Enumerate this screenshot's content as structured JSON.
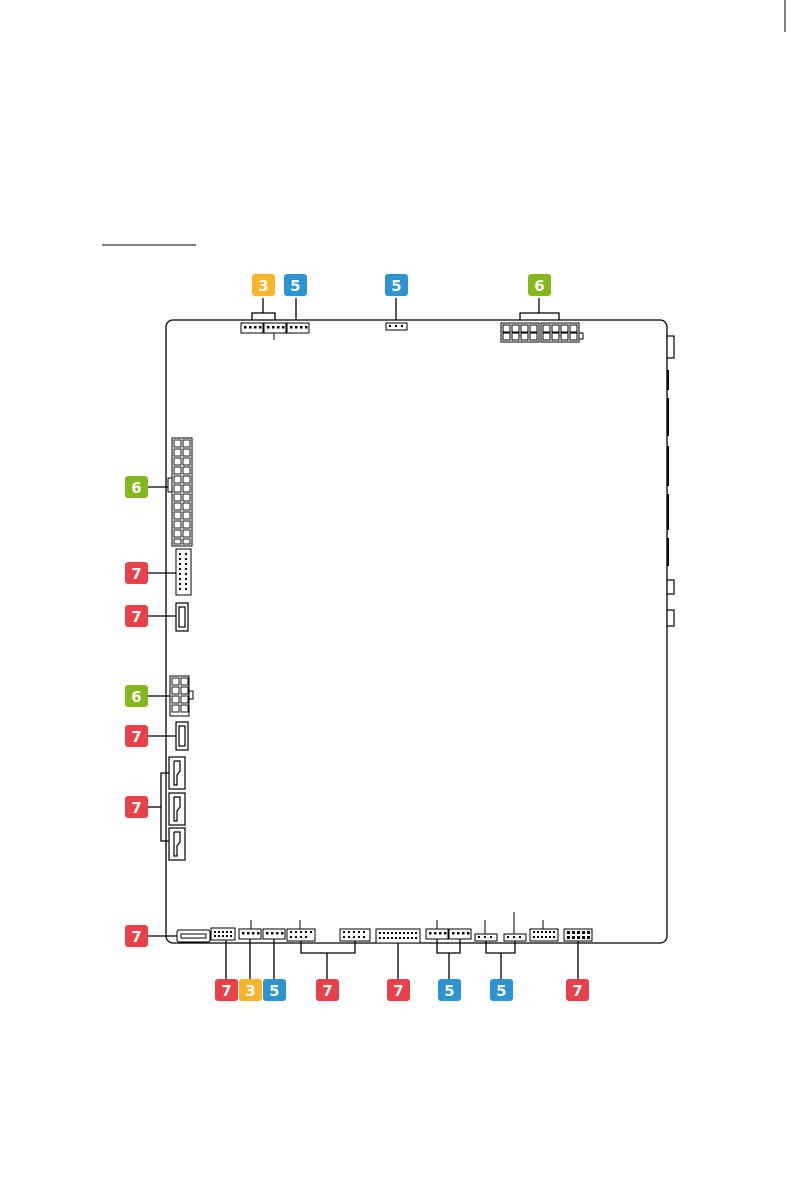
{
  "colors": {
    "yellow": "#f7b52c",
    "blue": "#2e93d1",
    "green": "#85b81f",
    "red": "#e8414a",
    "line": "#000000"
  },
  "badges": [
    {
      "id": "top-3",
      "label": "3",
      "color": "yellow"
    },
    {
      "id": "top-5a",
      "label": "5",
      "color": "blue"
    },
    {
      "id": "top-5b",
      "label": "5",
      "color": "blue"
    },
    {
      "id": "top-6",
      "label": "6",
      "color": "green"
    },
    {
      "id": "left-6a",
      "label": "6",
      "color": "green"
    },
    {
      "id": "left-7a",
      "label": "7",
      "color": "red"
    },
    {
      "id": "left-7b",
      "label": "7",
      "color": "red"
    },
    {
      "id": "left-6b",
      "label": "6",
      "color": "green"
    },
    {
      "id": "left-7c",
      "label": "7",
      "color": "red"
    },
    {
      "id": "left-7d",
      "label": "7",
      "color": "red"
    },
    {
      "id": "left-7e",
      "label": "7",
      "color": "red"
    },
    {
      "id": "bot-7a",
      "label": "7",
      "color": "red"
    },
    {
      "id": "bot-3",
      "label": "3",
      "color": "yellow"
    },
    {
      "id": "bot-5a",
      "label": "5",
      "color": "blue"
    },
    {
      "id": "bot-7b",
      "label": "7",
      "color": "red"
    },
    {
      "id": "bot-7c",
      "label": "7",
      "color": "red"
    },
    {
      "id": "bot-5b",
      "label": "5",
      "color": "blue"
    },
    {
      "id": "bot-5c",
      "label": "5",
      "color": "blue"
    },
    {
      "id": "bot-7d",
      "label": "7",
      "color": "red"
    }
  ]
}
